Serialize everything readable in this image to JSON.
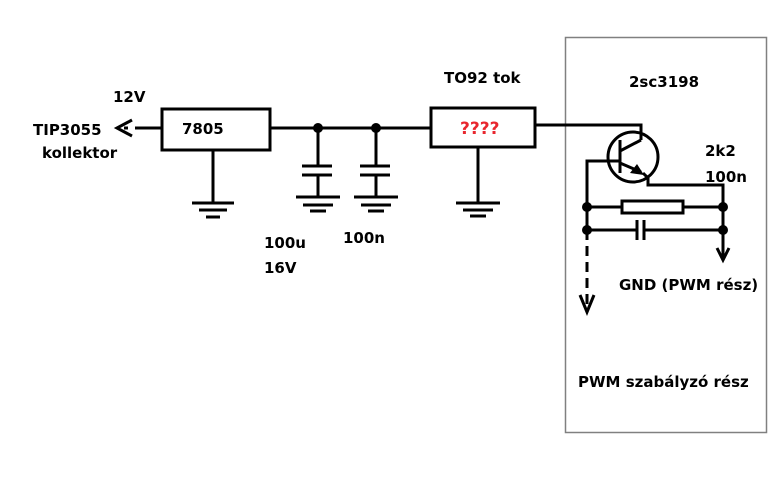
{
  "diagram": {
    "type": "circuit schematic",
    "labels": {
      "input_voltage": "12V",
      "input_source_line1": "TIP3055",
      "input_source_line2": "kollektor",
      "regulator": "7805",
      "cap1_value": "100u",
      "cap1_voltage": "16V",
      "cap2_value": "100n",
      "to92_title": "TO92 tok",
      "to92_part": "????",
      "transistor": "2sc3198",
      "resistor_value": "2k2",
      "cap3_value": "100n",
      "gnd_label": "GND (PWM rész)",
      "section_label": "PWM szabályzó rész"
    },
    "colors": {
      "wire": "#000000",
      "unknown_part_text": "#e8262e",
      "section_border": "#808080"
    }
  }
}
